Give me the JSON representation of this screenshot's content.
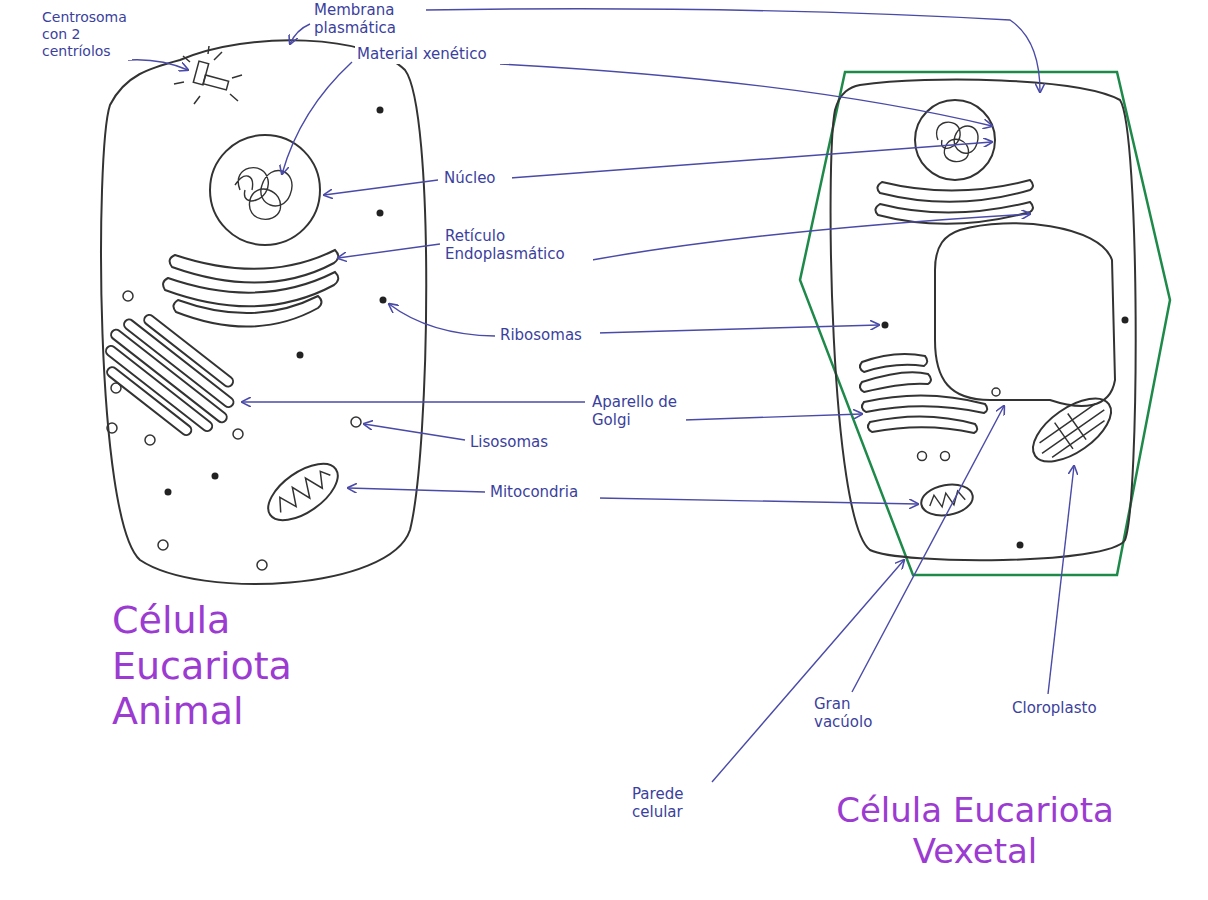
{
  "diagram": {
    "labels": [
      "Centrosoma con 2 centríolos",
      "Membrana plasmática",
      "Material xenético",
      "Núcleo",
      "Retículo Endoplasmático",
      "Ribosomas",
      "Aparello de Golgi",
      "Lisosomas",
      "Mitocondria",
      "Célula Eucariota Animal",
      "Parede celular",
      "Gran vacúolo",
      "Cloroplasto",
      "Célula Eucariota Vexetal"
    ]
  }
}
